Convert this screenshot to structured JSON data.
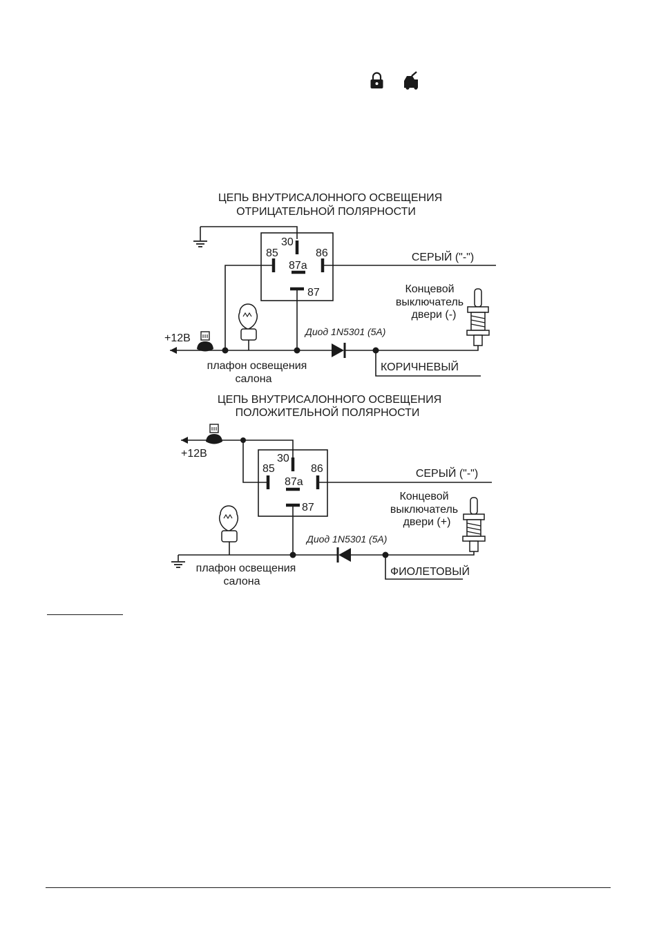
{
  "header_icons": [
    "lock-icon",
    "car-trunk-icon"
  ],
  "diagram1": {
    "title_line1": "ЦЕПЬ ВНУТРИСАЛОННОГО ОСВЕЩЕНИЯ",
    "title_line2": "ОТРИЦАТЕЛЬНОЙ ПОЛЯРНОСТИ",
    "pin_30": "30",
    "pin_85": "85",
    "pin_86": "86",
    "pin_87a": "87a",
    "pin_87": "87",
    "gray_wire": "СЕРЫЙ (\"-\")",
    "switch_line1": "Концевой",
    "switch_line2": "выключатель",
    "switch_line3": "двери (-)",
    "supply": "+12В",
    "diode": "Диод 1N5301 (5А)",
    "lamp_line1": "плафон освещения",
    "lamp_line2": "салона",
    "brown_wire": "КОРИЧНЕВЫЙ"
  },
  "diagram2": {
    "title_line1": "ЦЕПЬ ВНУТРИСАЛОННОГО ОСВЕЩЕНИЯ",
    "title_line2": "ПОЛОЖИТЕЛЬНОЙ ПОЛЯРНОСТИ",
    "pin_30": "30",
    "pin_85": "85",
    "pin_86": "86",
    "pin_87a": "87a",
    "pin_87": "87",
    "gray_wire": "СЕРЫЙ (\"-\")",
    "switch_line1": "Концевой",
    "switch_line2": "выключатель",
    "switch_line3": "двери (+)",
    "supply": "+12В",
    "diode": "Диод 1N5301 (5А)",
    "lamp_line1": "плафон освещения",
    "lamp_line2": "салона",
    "violet_wire": "ФИОЛЕТОВЫЙ"
  }
}
